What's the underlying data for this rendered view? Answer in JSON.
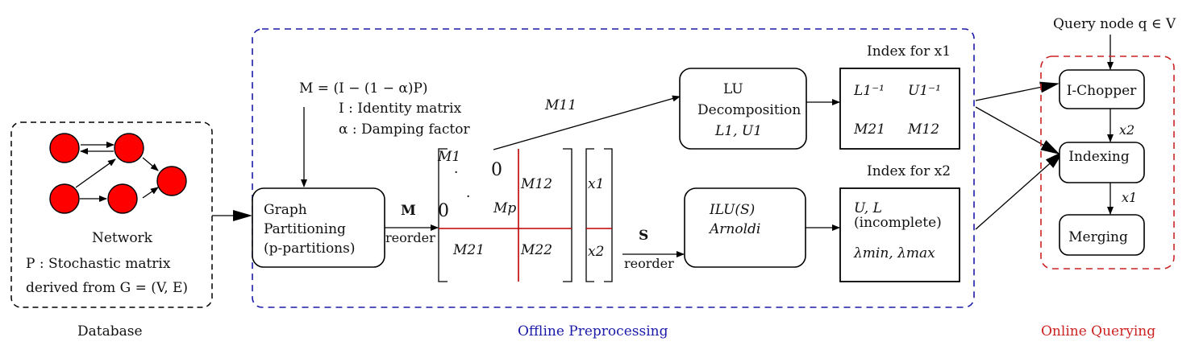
{
  "database": {
    "network_label": "Network",
    "stochastic_label": "P : Stochastic matrix",
    "derived_label": "derived from G = (V, E)",
    "caption": "Database"
  },
  "offline": {
    "caption": "Offline Preprocessing",
    "formula": "M = (I − (1 − α)P)",
    "identity_def": "I : Identity matrix",
    "damping_def": "α : Damping factor",
    "partition_box": [
      "Graph",
      "Partitioning",
      "(p-partitions)"
    ],
    "edge_m_label": "M",
    "edge_reorder_label": "reorder",
    "m11_label": "M11",
    "matrix": {
      "m1": "M1",
      "zero_top": "0",
      "m12": "M12",
      "zero_left": "0",
      "mp": "Mp",
      "m21": "M21",
      "m22": "M22",
      "x1": "x1",
      "x2": "x2"
    },
    "edge_s_label": "S",
    "edge_s_reorder": "reorder",
    "lu_box": [
      "LU",
      "Decomposition",
      "L1, U1"
    ],
    "ilu_box": [
      "ILU(S)",
      "Arnoldi"
    ],
    "index_x1_title": "Index for  x1",
    "index_x1": [
      "L1⁻¹",
      "U1⁻¹",
      "M21",
      "M12"
    ],
    "index_x2_title": "Index for  x2",
    "index_x2": [
      "U, L",
      "(incomplete)",
      "λmin, λmax"
    ]
  },
  "online": {
    "caption": "Online Querying",
    "query_label": "Query node q ∈ V",
    "chopper": "I-Chopper",
    "indexing": "Indexing",
    "merging": "Merging",
    "edge_x2": "x2",
    "edge_x1": "x1"
  },
  "colors": {
    "offline": "#1a1aa8",
    "online": "#cc2222",
    "node": "#ff0000",
    "partition": "#c00000"
  }
}
